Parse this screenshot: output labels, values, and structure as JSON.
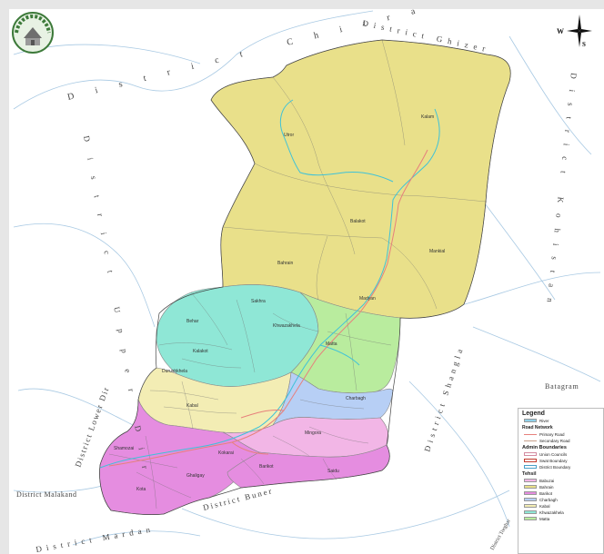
{
  "colors": {
    "Babuzai": "#f2b6e6",
    "Bahrain": "#e9e08a",
    "Barikot": "#e58de0",
    "Charbagh": "#b7cff5",
    "Kabal": "#f3edb4",
    "Khwazakhela": "#8fe7d6",
    "Matta": "#b9ec9e",
    "river": "#3fc2d8",
    "road": "#e7807c",
    "boundary_district": "#4aa0c8"
  },
  "labels": {
    "district_ghizer": "District Ghizer",
    "district_chitral": "District Chitral",
    "district_upper_dir": "District Upper Dir",
    "district_lower_dir": "District Lower Dir",
    "district_kohistan": "District Kohistan",
    "district_shangla": "District Shangla",
    "district_buner": "District Buner",
    "district_malakand": "District Malakand",
    "district_mardan": "District Mardan",
    "district_torghar": "District Torghar",
    "batagram": "Batagram"
  },
  "compass": {
    "w": "W",
    "s": "S"
  },
  "places": [
    {
      "name": "Kalam"
    },
    {
      "name": "Utror"
    },
    {
      "name": "Balakot"
    },
    {
      "name": "Mankial"
    },
    {
      "name": "Bahrain"
    },
    {
      "name": "Madyan"
    },
    {
      "name": "Sakhra"
    },
    {
      "name": "Behar"
    },
    {
      "name": "Kalakot"
    },
    {
      "name": "Durushkhela"
    },
    {
      "name": "Kabal"
    },
    {
      "name": "Matta"
    },
    {
      "name": "Khwazakhela"
    },
    {
      "name": "Charbagh"
    },
    {
      "name": "Mingora"
    },
    {
      "name": "Barikot"
    },
    {
      "name": "Kota"
    },
    {
      "name": "Shamozai"
    },
    {
      "name": "Ghaligay"
    },
    {
      "name": "Kokarai"
    },
    {
      "name": "Saidu"
    }
  ],
  "legend": {
    "title": "Legend",
    "river_label": "River",
    "road_network": "Road Network",
    "primary_road": "Primary Road",
    "secondary_road": "Secondary Road",
    "admin_boundaries": "Admin Boundaries",
    "union_councils": "Union Councils",
    "swat_boundary": "Swat Boundary",
    "district_boundary": "District Boundary",
    "tehsil": "Tehsil",
    "tehsils": [
      "Babuzai",
      "Bahrain",
      "Barikot",
      "Charbagh",
      "Kabal",
      "Khwazakhela",
      "Matta"
    ]
  }
}
